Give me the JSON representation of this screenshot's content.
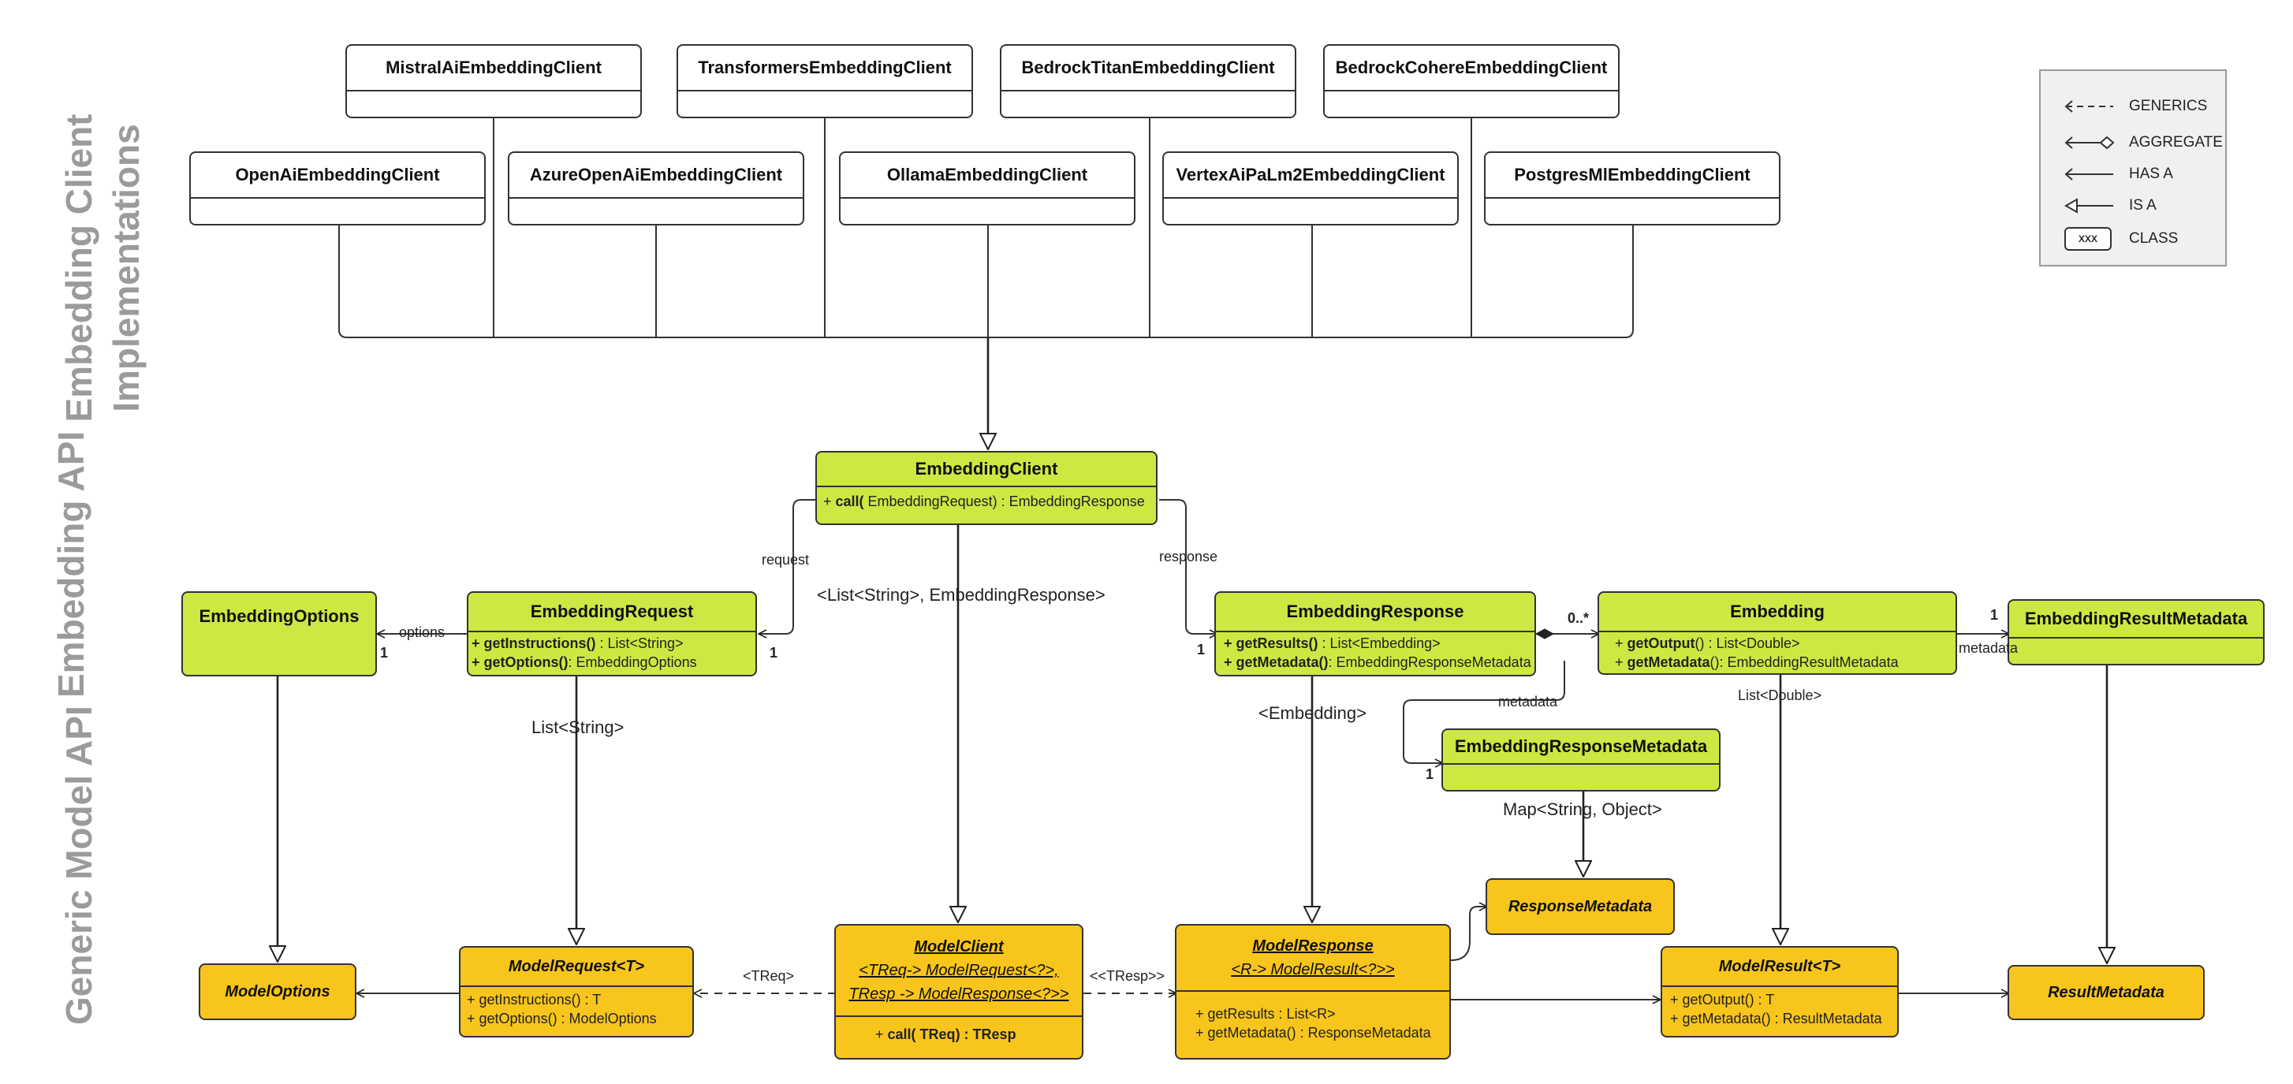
{
  "sections": {
    "implementations": "Embedding Client\nImplementations",
    "impl_line1": "Embedding Client",
    "impl_line2": "Implementations",
    "api": "Embedding API",
    "generic": "Generic Model API"
  },
  "implementations": {
    "mistral": "MistralAiEmbeddingClient",
    "transformers": "TransformersEmbeddingClient",
    "bedrock_titan": "BedrockTitanEmbeddingClient",
    "bedrock_cohere": "BedrockCohereEmbeddingClient",
    "openai": "OpenAiEmbeddingClient",
    "azure": "AzureOpenAiEmbeddingClient",
    "ollama": "OllamaEmbeddingClient",
    "vertex": "VertexAiPaLm2EmbeddingClient",
    "postgres": "PostgresMlEmbeddingClient"
  },
  "embedding_client": {
    "title": "EmbeddingClient",
    "method_prefix": "+ ",
    "method_name": "call(",
    "method_rest": " EmbeddingRequest) : EmbeddingResponse"
  },
  "embedding_options": {
    "title": "EmbeddingOptions"
  },
  "embedding_request": {
    "title": "EmbeddingRequest",
    "m1_name": "+ getInstructions()",
    "m1_rest": " : List<String>",
    "m2_name": "+ getOptions()",
    "m2_rest": ": EmbeddingOptions"
  },
  "embedding_response": {
    "title": "EmbeddingResponse",
    "m1_name": "+ getResults()",
    "m1_rest": " : List<Embedding>",
    "m2_name": "+ getMetadata()",
    "m2_rest": ": EmbeddingResponseMetadata"
  },
  "embedding": {
    "title": "Embedding",
    "m1_prefix": "+ ",
    "m1_name": "getOutput",
    "m1_rest": "() : List<Double>",
    "m2_prefix": "+ ",
    "m2_name": "getMetadata",
    "m2_rest": "(): EmbeddingResultMetadata"
  },
  "embedding_result_metadata": {
    "title": "EmbeddingResultMetadata"
  },
  "embedding_response_metadata": {
    "title": "EmbeddingResponseMetadata"
  },
  "response_metadata": {
    "title": "ResponseMetadata"
  },
  "model_options": {
    "title": "ModelOptions"
  },
  "model_request": {
    "title": "ModelRequest<T>",
    "m1": "+ getInstructions() : T",
    "m2": "+ getOptions() : ModelOptions"
  },
  "model_client": {
    "title": "ModelClient",
    "sub1": "<TReq-> ModelRequest<?>,",
    "sub2": "TResp -> ModelResponse<?>>",
    "method_prefix": "+ ",
    "method_name": "call(",
    "method_mid": " TReq",
    "method_end": ") : TResp"
  },
  "model_response": {
    "title": "ModelResponse",
    "sub1": "<R-> ModelResult<?>>",
    "m1": "+ getResults : List<R>",
    "m2": "+ getMetadata() : ResponseMetadata"
  },
  "model_result": {
    "title": "ModelResult<T>",
    "m1": "+ getOutput() : T",
    "m2": "+ getMetadata() : ResultMetadata"
  },
  "result_metadata": {
    "title": "ResultMetadata"
  },
  "labels": {
    "request": "request",
    "response": "response",
    "options": "options",
    "metadata": "metadata",
    "metadata2": "metadata",
    "generic_client": "<List<String>, EmbeddingResponse>",
    "list_string": "List<String>",
    "embedding_generic": "<Embedding>",
    "list_double": "List<Double>",
    "map_generic": "Map<String, Object>",
    "treq": "<TReq>",
    "tresp": "<<TResp>>",
    "one_a": "1",
    "one_b": "1",
    "one_c": "1",
    "one_d": "1",
    "one_e": "1",
    "zero_many": "0..*"
  },
  "legend": {
    "generics": "GENERICS",
    "aggregate": "AGGREGATE",
    "has_a": "HAS A",
    "is_a": "IS A",
    "class_sample": "xxx",
    "class": "CLASS"
  },
  "colors": {
    "green": "#cde843",
    "yellow": "#f7c51b",
    "section_gray": "#9b9b9b"
  }
}
